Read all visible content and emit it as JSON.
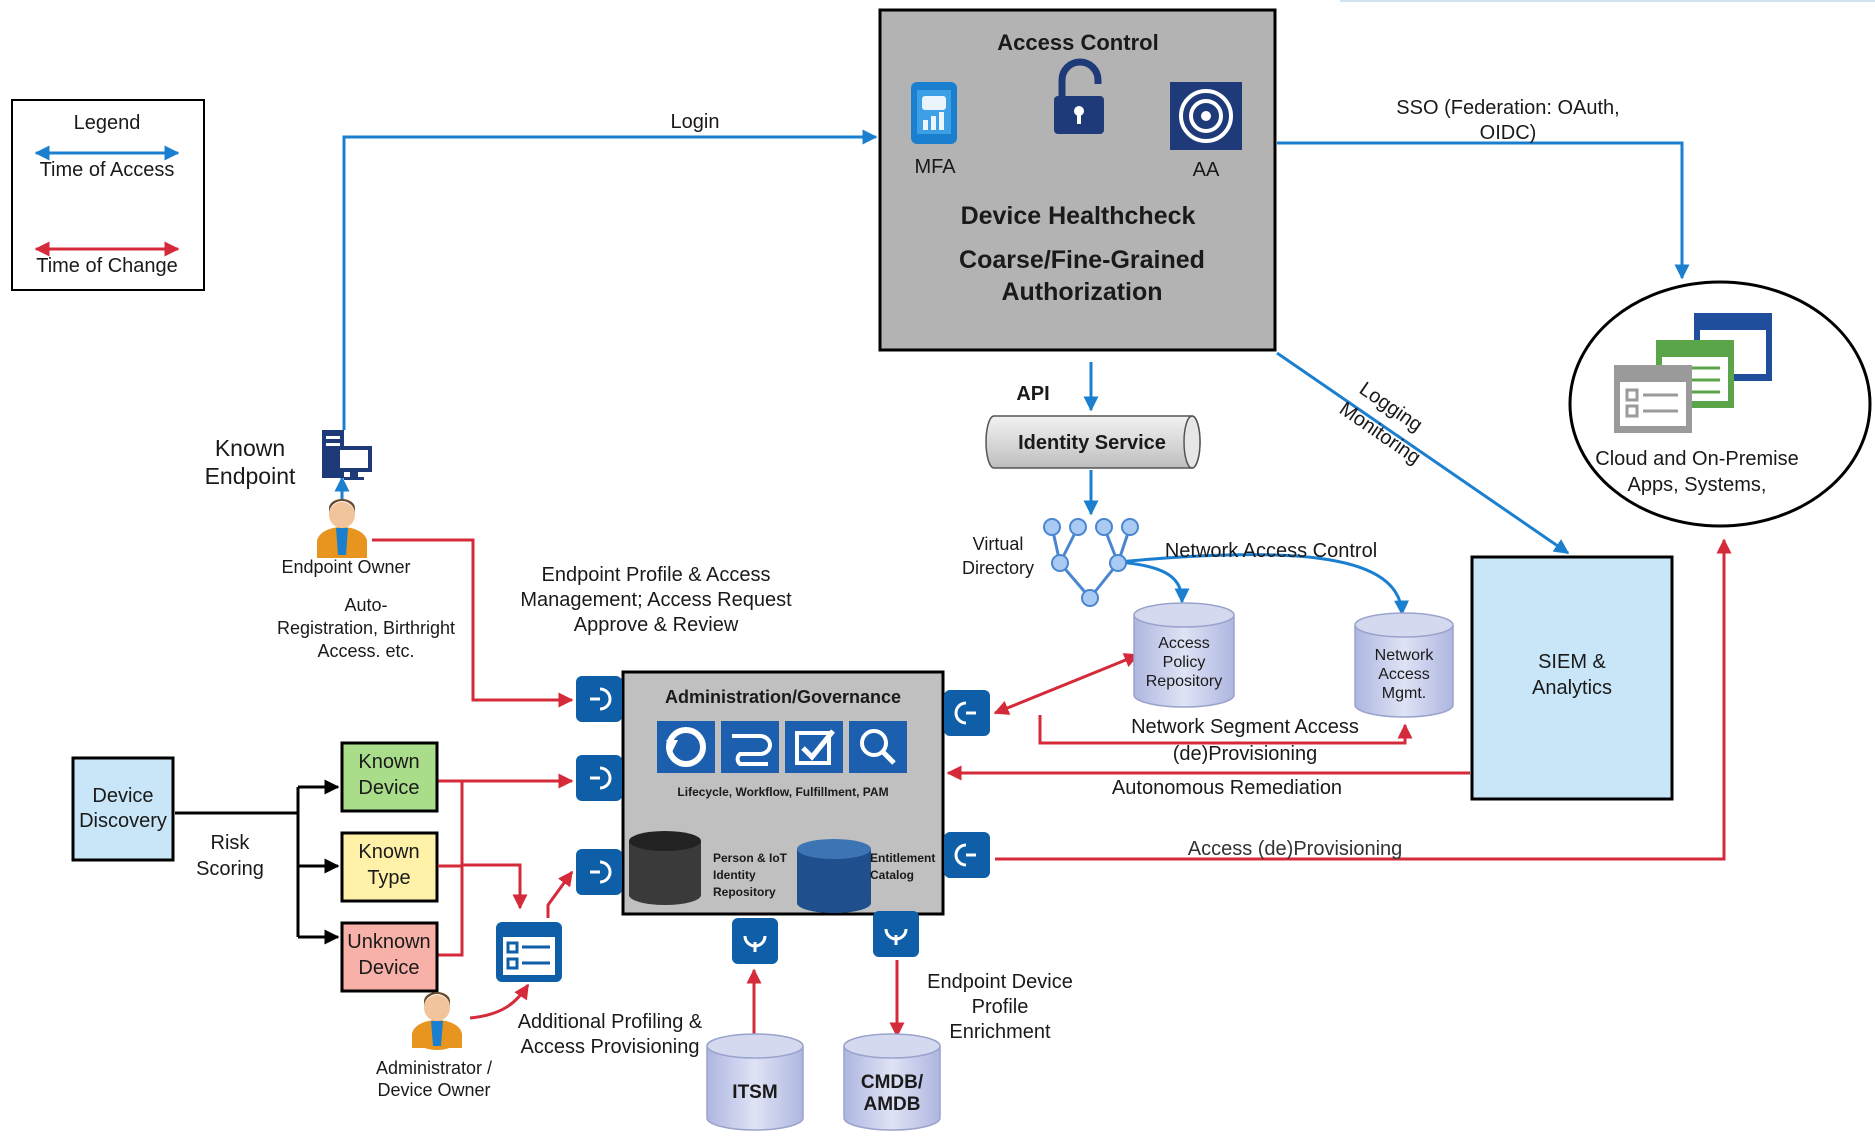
{
  "legend": {
    "title": "Legend",
    "time_of_access": "Time of Access",
    "time_of_change": "Time of Change",
    "access_color": "#1b7fd0",
    "change_color": "#d42a3a"
  },
  "access_control": {
    "title": "Access Control",
    "mfa": "MFA",
    "aa": "AA",
    "line1": "Device Healthcheck",
    "line2": "Coarse/Fine-Grained",
    "line3": "Authorization"
  },
  "edges": {
    "login": "Login",
    "sso_line1": "SSO (Federation: OAuth,",
    "sso_line2": "OIDC)",
    "api": "API",
    "logging": "Logging",
    "monitoring": "Monitoring",
    "nac": "Network Access Control",
    "nsa_line1": "Network Segment Access",
    "nsa_line2": "(de)Provisioning",
    "remediation": "Autonomous Remediation",
    "access_prov": "Access  (de)Provisioning",
    "auto_reg_line1": "Auto-",
    "auto_reg_line2": "Registration, Birthright",
    "auto_reg_line3": "Access. etc.",
    "profile_line1": "Endpoint Profile & Access",
    "profile_line2": "Management; Access Request",
    "profile_line3": "Approve & Review",
    "risk_line1": "Risk",
    "risk_line2": "Scoring",
    "additional_line1": "Additional Profiling &",
    "additional_line2": "Access Provisioning",
    "enrich_line1": "Endpoint Device",
    "enrich_line2": "Profile",
    "enrich_line3": "Enrichment"
  },
  "nodes": {
    "known_endpoint_line1": "Known",
    "known_endpoint_line2": "Endpoint",
    "endpoint_owner": "Endpoint Owner",
    "identity_service": "Identity Service",
    "virtual_directory_line1": "Virtual",
    "virtual_directory_line2": "Directory",
    "apr_line1": "Access",
    "apr_line2": "Policy",
    "apr_line3": "Repository",
    "nam_line1": "Network",
    "nam_line2": "Access",
    "nam_line3": "Mgmt.",
    "siem_line1": "SIEM &",
    "siem_line2": "Analytics",
    "cloud_line1": "Cloud and On-Premise",
    "cloud_line2": "Apps, Systems,",
    "admin_title": "Administration/Governance",
    "admin_caption": "Lifecycle, Workflow, Fulfillment, PAM",
    "person_repo_line1": "Person & IoT",
    "person_repo_line2": "Identity",
    "person_repo_line3": "Repository",
    "entitlement_line1": "Entitlement",
    "entitlement_line2": "Catalog",
    "device_discovery_line1": "Device",
    "device_discovery_line2": "Discovery",
    "known_device_line1": "Known",
    "known_device_line2": "Device",
    "known_type_line1": "Known",
    "known_type_line2": "Type",
    "unknown_device_line1": "Unknown",
    "unknown_device_line2": "Device",
    "admin_owner_line1": "Administrator /",
    "admin_owner_line2": "Device Owner",
    "itsm": "ITSM",
    "cmdb_line1": "CMDB/",
    "cmdb_line2": "AMDB"
  },
  "icons": [
    "tablet-chart-icon",
    "padlock-icon",
    "target-icon",
    "computer-icon",
    "person-icon",
    "database-icon",
    "cloud-apps-icon",
    "form-icon",
    "tree-icon",
    "connector-icon",
    "cycle-icon",
    "workflow-icon",
    "checkbox-icon",
    "search-icon"
  ],
  "colors": {
    "access_control_fill": "#b3b3b3",
    "admin_fill": "#c0c0c0",
    "siem_fill": "#c8e6f7",
    "device_discovery_fill": "#c8e6f7",
    "known_device_fill": "#a9dd8a",
    "known_type_fill": "#fff2a8",
    "unknown_device_fill": "#f7b1a8",
    "icon_navy": "#1f3a78",
    "connector_blue": "#0e5ea8",
    "cylinder_fill": "#c5cbe8"
  }
}
